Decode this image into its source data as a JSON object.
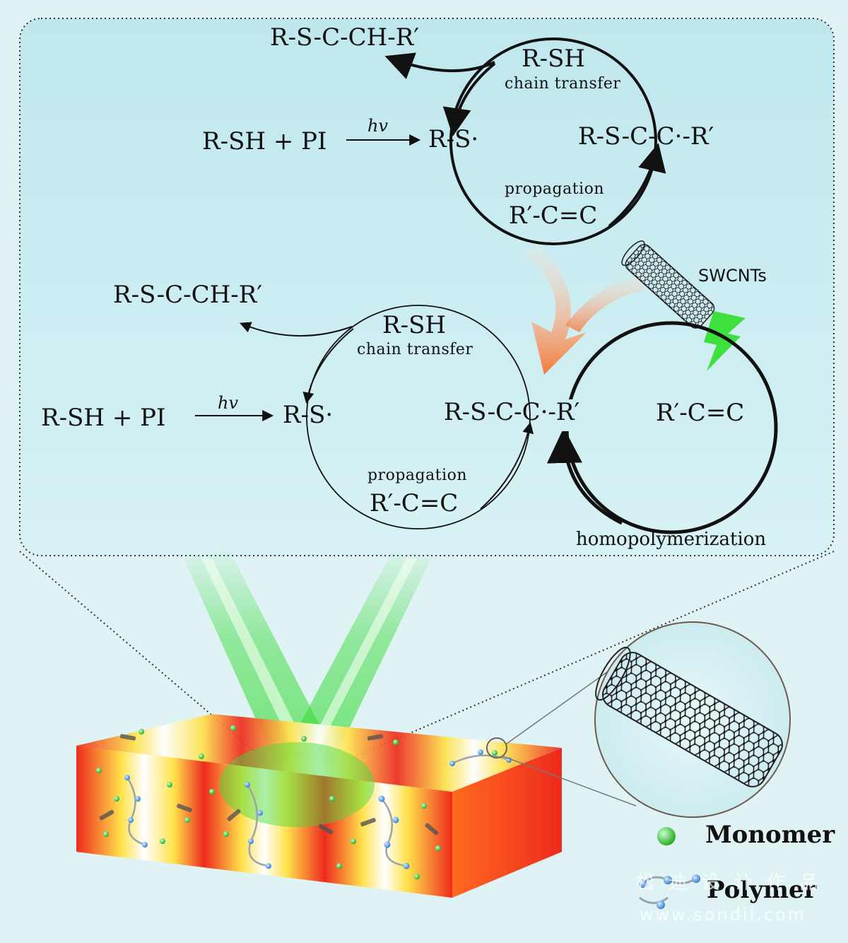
{
  "upper_cycle": {
    "product": "R-S-C-CH-R′",
    "reactants": "R-SH + PI",
    "light": "hv",
    "radical": "R-S·",
    "top_reagent": "R-SH",
    "top_step": "chain transfer",
    "carbon_radical": "R-S-C-C·-R′",
    "bottom_step": "propagation",
    "bottom_reagent": "R′-C=C"
  },
  "lower_cycle": {
    "product": "R-S-C-CH-R′",
    "reactants": "R-SH + PI",
    "light": "hv",
    "radical": "R-S·",
    "top_reagent": "R-SH",
    "top_step": "chain transfer",
    "carbon_radical": "R-S-C-C·-R′",
    "bottom_step": "propagation",
    "bottom_reagent": "R′-C=C"
  },
  "homo_cycle": {
    "monomer": "R′-C=C",
    "label": "homopolymerization"
  },
  "swcnt_label": "SWCNTs",
  "legend": {
    "monomer": "Monomer",
    "polymer": "Polymer"
  },
  "watermark": {
    "cn": "松 迪 设 计 作 品",
    "url": "www.sondii.com"
  },
  "colors": {
    "panel_bg": "#cdeef2",
    "accent_arrow": "#f47a3a",
    "beam_green": "#3fdc3f",
    "block_red": "#ee2a1e",
    "block_yellow": "#fff23a",
    "monomer_green": "#37c837",
    "polymer_blue": "#3a8fe0"
  }
}
